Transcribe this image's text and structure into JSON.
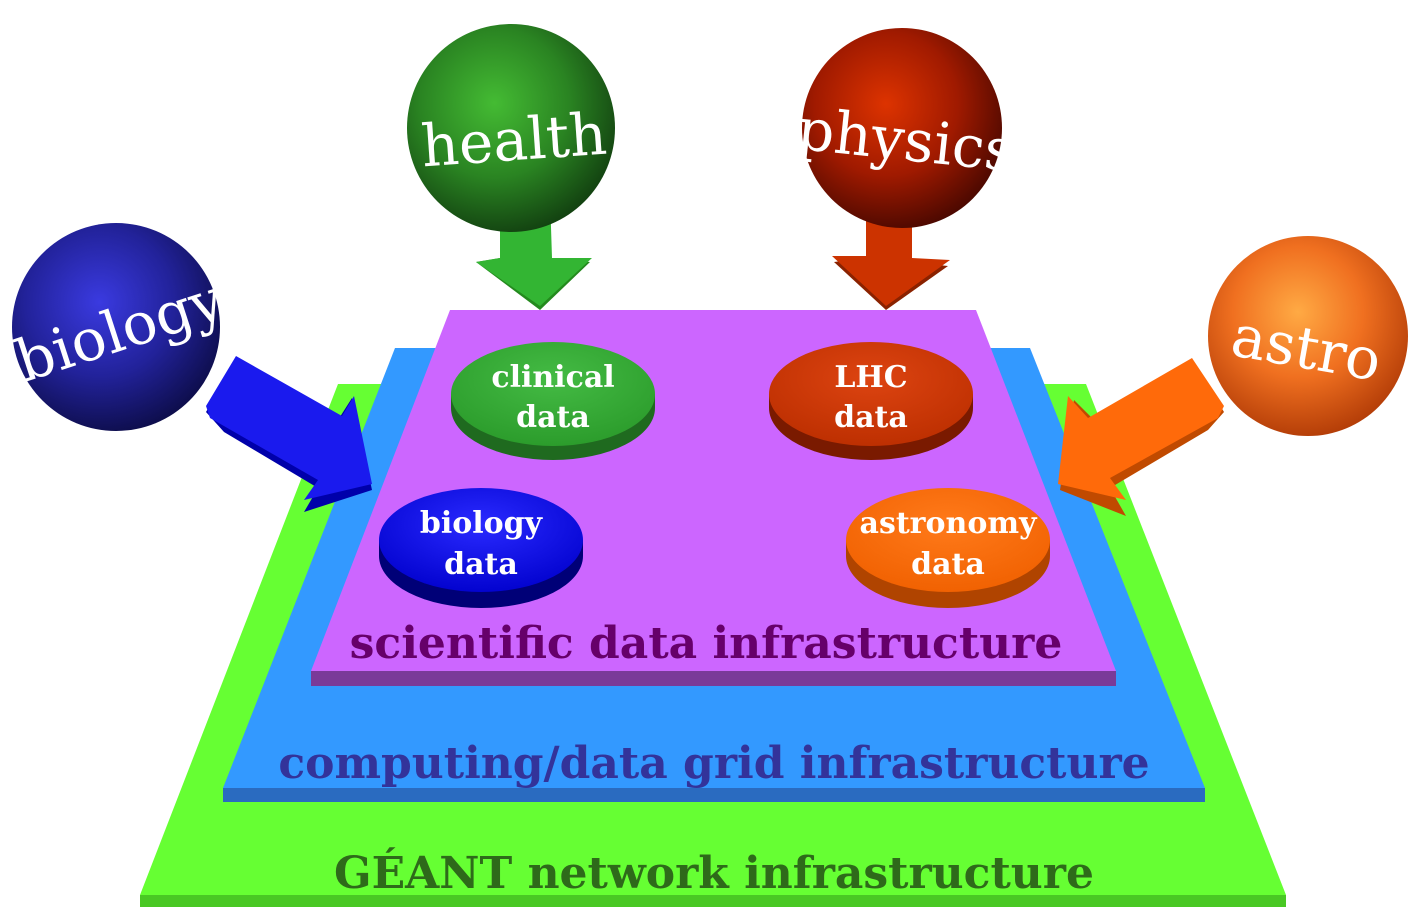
{
  "layers": {
    "network": {
      "label": "GÉANT network infrastructure",
      "color": "#66ff33",
      "text_color": "#2e6a1a"
    },
    "grid": {
      "label": "computing/data grid infrastructure",
      "color": "#3399ff",
      "text_color": "#33339a"
    },
    "science": {
      "label": "scientific data infrastructure",
      "color": "#cc66ff",
      "text_color": "#66006a"
    }
  },
  "domains": {
    "biology": {
      "label": "biology",
      "color": "#1a1a8c"
    },
    "health": {
      "label": "health",
      "color": "#227a1c"
    },
    "physics": {
      "label": "physics",
      "color": "#a01a00"
    },
    "astro": {
      "label": "astro",
      "color": "#ee6a1a"
    }
  },
  "data_stores": {
    "clinical": {
      "line1": "clinical",
      "line2": "data",
      "color": "#33aa33"
    },
    "lhc": {
      "line1": "LHC",
      "line2": "data",
      "color": "#cc3300"
    },
    "biology": {
      "line1": "biology",
      "line2": "data",
      "color": "#0000dd"
    },
    "astronomy": {
      "line1": "astronomy",
      "line2": "data",
      "color": "#ff6600"
    }
  }
}
